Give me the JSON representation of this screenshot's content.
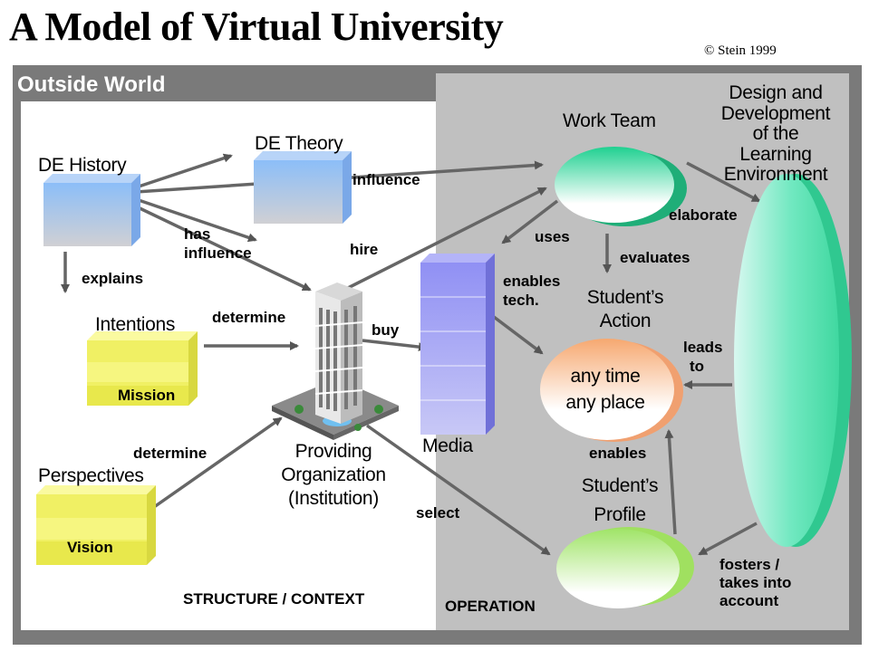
{
  "title": "A Model of Virtual University",
  "copyright": "© Stein 1999",
  "outside_world": "Outside World",
  "sections": {
    "structure": "STRUCTURE / CONTEXT",
    "operation": "OPERATION"
  },
  "nodes": {
    "de_history": "DE History",
    "de_theory": "DE Theory",
    "intentions": "Intentions",
    "mission": "Mission",
    "perspectives": "Perspectives",
    "vision": "Vision",
    "institution": [
      "Providing",
      "Organization",
      "(Institution)"
    ],
    "media": "Media",
    "work_team": "Work Team",
    "design": [
      "Design and",
      "Development",
      "of the",
      "Learning",
      "Environment"
    ],
    "students_action": [
      "Student’s",
      "Action"
    ],
    "any_time": [
      "any time",
      "any place"
    ],
    "students_profile": [
      "Student’s",
      "Profile"
    ]
  },
  "edges": {
    "influence": "influence",
    "has_influence": [
      "has",
      "influence"
    ],
    "explains": "explains",
    "hire": "hire",
    "determine_intentions": "determine",
    "buy": "buy",
    "determine_perspectives": "determine",
    "select": "select",
    "uses": "uses",
    "evaluates": "evaluates",
    "elaborate": "elaborate",
    "enables_tech": [
      "enables",
      "tech."
    ],
    "leads_to": [
      "leads",
      "to"
    ],
    "enables": "enables",
    "fosters": [
      "fosters /",
      "takes into",
      "account"
    ]
  },
  "colors": {
    "frame": "#7a7a7a",
    "operation_bg": "#c0c0c0",
    "yellow_box": "#f2f250",
    "blue_box": "#90b8f0",
    "media": "#9a9af0",
    "work_team": "#36d89a",
    "design": "#60e0b0",
    "any_time": "#f4b080",
    "profile": "#a8e870",
    "arrow": "#555555"
  },
  "icons": [
    "building-icon",
    "arrow-icon"
  ]
}
